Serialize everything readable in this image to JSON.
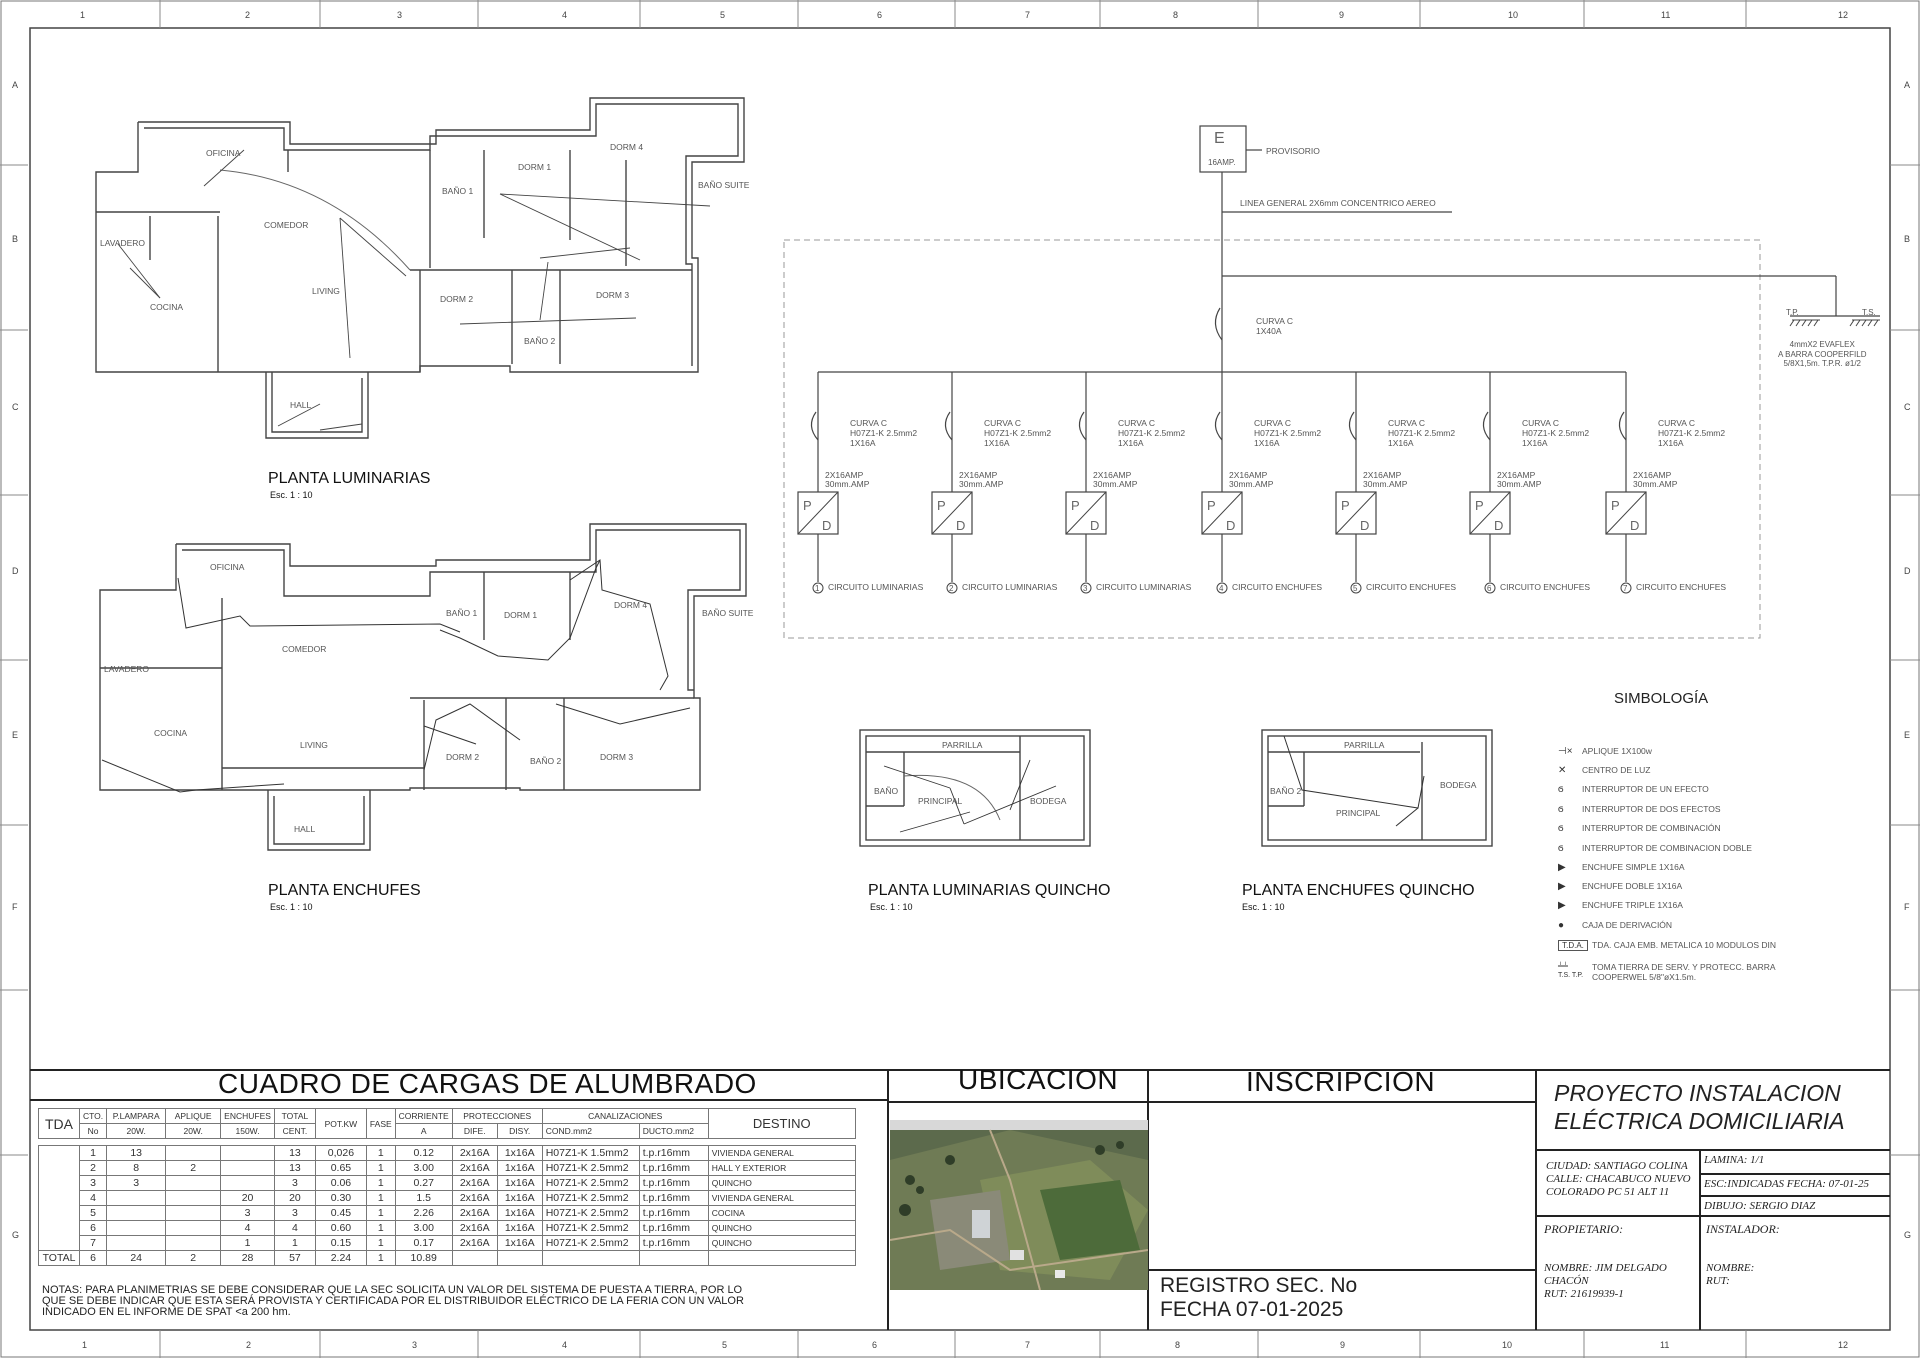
{
  "grid": {
    "columns": [
      "1",
      "2",
      "3",
      "4",
      "5",
      "6",
      "7",
      "8",
      "9",
      "10",
      "11",
      "12"
    ],
    "rows": [
      "A",
      "B",
      "C",
      "D",
      "E",
      "F",
      "G"
    ]
  },
  "plans": {
    "luminarias": {
      "title": "PLANTA LUMINARIAS",
      "scale": "Esc. 1 : 10",
      "rooms": [
        "OFICINA",
        "COMEDOR",
        "LAVADERO",
        "COCINA",
        "LIVING",
        "HALL",
        "BAÑO 1",
        "DORM 1",
        "DORM 4",
        "BAÑO SUITE",
        "DORM 2",
        "BAÑO 2",
        "DORM 3"
      ]
    },
    "enchufes": {
      "title": "PLANTA ENCHUFES",
      "scale": "Esc. 1 : 10",
      "rooms": [
        "OFICINA",
        "COMEDOR",
        "LAVADERO",
        "COCINA",
        "LIVING",
        "HALL",
        "BAÑO 1",
        "DORM 1",
        "DORM 4",
        "BAÑO SUITE",
        "DORM 2",
        "BAÑO 2",
        "DORM 3"
      ]
    },
    "luminarias_quincho": {
      "title": "PLANTA LUMINARIAS QUINCHO",
      "scale": "Esc. 1 : 10",
      "rooms": [
        "PARRILLA",
        "BAÑO",
        "PRINCIPAL",
        "BODEGA"
      ]
    },
    "enchufes_quincho": {
      "title": "PLANTA ENCHUFES QUINCHO",
      "scale": "Esc. 1 : 10",
      "rooms": [
        "PARRILLA",
        "BAÑO 2",
        "PRINCIPAL",
        "BODEGA"
      ]
    }
  },
  "unifilar": {
    "meter_label": "E",
    "meter_amp": "16AMP.",
    "provisorio": "PROVISORIO",
    "linea_general": "LINEA GENERAL 2X6mm CONCENTRICO AEREO",
    "main_breaker": [
      "CURVA C",
      "1X40A"
    ],
    "ground": {
      "tp": "T.P.",
      "ts": "T.S.",
      "note": [
        "4mmX2 EVAFLEX",
        "A BARRA COOPERFILD",
        "5/8X1,5m. T.P.R. ø1/2"
      ]
    },
    "breaker_label": [
      "CURVA C",
      "H07Z1-K 2.5mm2",
      "1X16A"
    ],
    "diff_label": [
      "2X16AMP",
      "30mm.AMP"
    ],
    "pd": [
      "P",
      "D"
    ],
    "circuits": [
      {
        "num": "1",
        "label": "CIRCUITO LUMINARIAS"
      },
      {
        "num": "2",
        "label": "CIRCUITO LUMINARIAS"
      },
      {
        "num": "3",
        "label": "CIRCUITO LUMINARIAS"
      },
      {
        "num": "4",
        "label": "CIRCUITO ENCHUFES"
      },
      {
        "num": "5",
        "label": "CIRCUITO ENCHUFES"
      },
      {
        "num": "6",
        "label": "CIRCUITO ENCHUFES"
      },
      {
        "num": "7",
        "label": "CIRCUITO ENCHUFES"
      }
    ]
  },
  "simbologia": {
    "title": "SIMBOLOGÍA",
    "items": [
      {
        "icon": "aplique-icon",
        "label": "APLIQUE 1X100w"
      },
      {
        "icon": "centro-luz-icon",
        "label": "CENTRO DE LUZ"
      },
      {
        "icon": "switch-1-icon",
        "label": "INTERRUPTOR DE UN EFECTO"
      },
      {
        "icon": "switch-2-icon",
        "label": "INTERRUPTOR DE DOS EFECTOS"
      },
      {
        "icon": "switch-comb-icon",
        "label": "INTERRUPTOR DE COMBINACIÓN"
      },
      {
        "icon": "switch-comb2-icon",
        "label": "INTERRUPTOR DE COMBINACION DOBLE"
      },
      {
        "icon": "outlet-1-icon",
        "label": "ENCHUFE SIMPLE 1X16A"
      },
      {
        "icon": "outlet-2-icon",
        "label": "ENCHUFE DOBLE 1X16A"
      },
      {
        "icon": "outlet-3-icon",
        "label": "ENCHUFE TRIPLE 1X16A"
      },
      {
        "icon": "junction-box-icon",
        "label": "CAJA DE DERIVACIÓN"
      },
      {
        "icon": "tda-icon",
        "label": "TDA. CAJA EMB. METALICA 10 MODULOS DIN"
      },
      {
        "icon": "ground-icon",
        "label": "TOMA TIERRA DE SERV. Y PROTECC. BARRA COOPERWEL 5/8\"øX1.5m."
      }
    ],
    "tda_box": "T.D.A.",
    "ts": "T.S.",
    "tp": "T.P."
  },
  "cuadro": {
    "title": "CUADRO DE CARGAS DE ALUMBRADO",
    "headers": {
      "tda": "TDA",
      "cto": "CTO.",
      "no": "No",
      "plampara": "P.LAMPARA",
      "plampara_w": "20W.",
      "aplique": "APLIQUE",
      "aplique_w": "20W.",
      "enchufes": "ENCHUFES",
      "enchufes_w": "150W.",
      "total": "TOTAL",
      "cent": "CENT.",
      "pot": "POT.KW",
      "fase": "FASE",
      "corriente": "CORRIENTE",
      "a": "A",
      "protecciones": "PROTECCIONES",
      "dife": "DIFE.",
      "disy": "DISY.",
      "canalizaciones": "CANALIZACIONES",
      "cond": "COND.mm2",
      "ducto": "DUCTO.mm2",
      "destino": "DESTINO"
    },
    "rows": [
      {
        "cto": "1",
        "plampara": "13",
        "aplique": "",
        "enchufes": "",
        "total": "13",
        "pot": "0,026",
        "fase": "1",
        "corriente": "0.12",
        "dife": "2x16A",
        "disy": "1x16A",
        "cond": "H07Z1-K 1.5mm2",
        "ducto": "t.p.r16mm",
        "destino": "VIVIENDA GENERAL"
      },
      {
        "cto": "2",
        "plampara": "8",
        "aplique": "2",
        "enchufes": "",
        "total": "13",
        "pot": "0.65",
        "fase": "1",
        "corriente": "3.00",
        "dife": "2x16A",
        "disy": "1x16A",
        "cond": "H07Z1-K 2.5mm2",
        "ducto": "t.p.r16mm",
        "destino": "HALL Y EXTERIOR"
      },
      {
        "cto": "3",
        "plampara": "3",
        "aplique": "",
        "enchufes": "",
        "total": "3",
        "pot": "0.06",
        "fase": "1",
        "corriente": "0.27",
        "dife": "2x16A",
        "disy": "1x16A",
        "cond": "H07Z1-K 2.5mm2",
        "ducto": "t.p.r16mm",
        "destino": "QUINCHO"
      },
      {
        "cto": "4",
        "plampara": "",
        "aplique": "",
        "enchufes": "20",
        "total": "20",
        "pot": "0.30",
        "fase": "1",
        "corriente": "1.5",
        "dife": "2x16A",
        "disy": "1x16A",
        "cond": "H07Z1-K 2.5mm2",
        "ducto": "t.p.r16mm",
        "destino": "VIVIENDA GENERAL"
      },
      {
        "cto": "5",
        "plampara": "",
        "aplique": "",
        "enchufes": "3",
        "total": "3",
        "pot": "0.45",
        "fase": "1",
        "corriente": "2.26",
        "dife": "2x16A",
        "disy": "1x16A",
        "cond": "H07Z1-K 2.5mm2",
        "ducto": "t.p.r16mm",
        "destino": "COCINA"
      },
      {
        "cto": "6",
        "plampara": "",
        "aplique": "",
        "enchufes": "4",
        "total": "4",
        "pot": "0.60",
        "fase": "1",
        "corriente": "3.00",
        "dife": "2x16A",
        "disy": "1x16A",
        "cond": "H07Z1-K 2.5mm2",
        "ducto": "t.p.r16mm",
        "destino": "QUINCHO"
      },
      {
        "cto": "7",
        "plampara": "",
        "aplique": "",
        "enchufes": "1",
        "total": "1",
        "pot": "0.15",
        "fase": "1",
        "corriente": "0.17",
        "dife": "2x16A",
        "disy": "1x16A",
        "cond": "H07Z1-K 2.5mm2",
        "ducto": "t.p.r16mm",
        "destino": "QUINCHO"
      }
    ],
    "total_row": {
      "label": "TOTAL",
      "cto": "6",
      "plampara": "24",
      "aplique": "2",
      "enchufes": "28",
      "total": "57",
      "pot": "2.24",
      "fase": "1",
      "corriente": "10.89"
    },
    "notas": [
      "NOTAS: PARA PLANIMETRIAS SE DEBE CONSIDERAR QUE LA SEC SOLICITA UN VALOR DEL SISTEMA DE PUESTA A TIERRA, POR LO",
      "QUE SE DEBE INDICAR QUE ESTA SERÁ PROVISTA Y CERTIFICADA POR EL DISTRIBUIDOR ELÉCTRICO DE LA FERIA CON UN VALOR",
      " INDICADO EN EL INFORME DE SPAT <a 200 hm."
    ]
  },
  "ubicacion": {
    "title": "UBICACION"
  },
  "inscripcion": {
    "title": "INSCRIPCION",
    "registro": "REGISTRO SEC. No",
    "fecha": "FECHA 07-01-2025"
  },
  "proyecto": {
    "title_1": "PROYECTO INSTALACION",
    "title_2": "ELÉCTRICA DOMICILIARIA",
    "ciudad": "CIUDAD: SANTIAGO COLINA",
    "calle": "CALLE: CHACABUCO NUEVO",
    "colorado": "COLORADO PC 51 ALT 11",
    "lamina": "LAMINA:   1/1",
    "esc_fecha": "ESC:INDICADAS   FECHA: 07-01-25",
    "dibujo": "DIBUJO: SERGIO DIAZ",
    "propietario": "PROPIETARIO:",
    "nombre": "NOMBRE: JIM DELGADO",
    "nombre_2": "CHACÓN",
    "rut": "RUT: 21619939-1",
    "instalador": "INSTALADOR:",
    "inst_nombre": "NOMBRE:",
    "inst_rut": "RUT:"
  },
  "colors": {
    "line": "#333333",
    "border": "#555555",
    "dashed": "#999999"
  }
}
